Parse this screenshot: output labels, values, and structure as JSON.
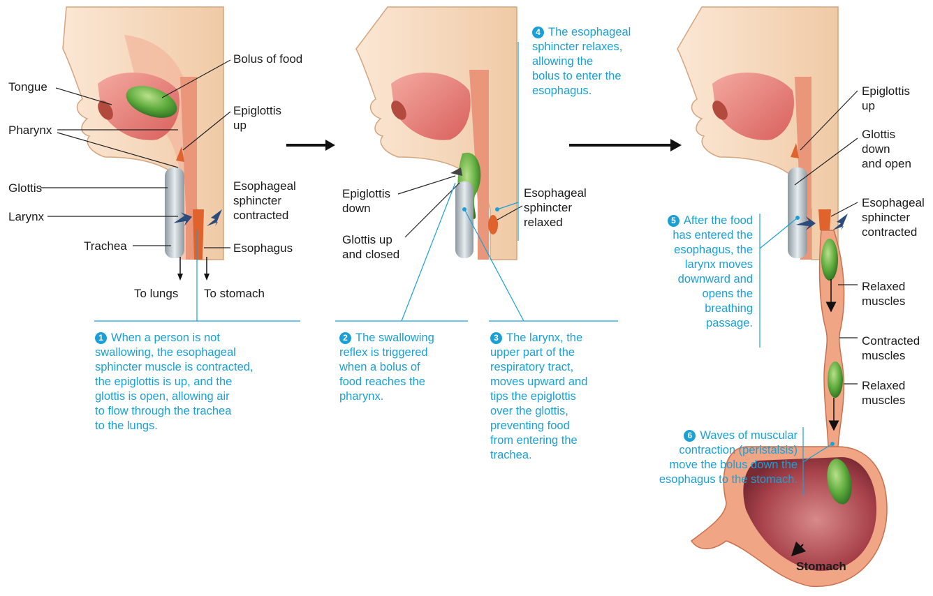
{
  "labels": {
    "bolus_of_food": "Bolus of food",
    "tongue": "Tongue",
    "pharynx": "Pharynx",
    "epiglottis_up_1": "Epiglottis\nup",
    "glottis": "Glottis",
    "esophageal_contracted_1": "Esophageal\nsphincter\ncontracted",
    "larynx": "Larynx",
    "trachea": "Trachea",
    "esophagus": "Esophagus",
    "to_lungs": "To lungs",
    "to_stomach": "To stomach",
    "epiglottis_down": "Epiglottis\ndown",
    "glottis_up_closed": "Glottis up\nand closed",
    "esophageal_relaxed": "Esophageal\nsphincter\nrelaxed",
    "epiglottis_up_3": "Epiglottis\nup",
    "glottis_down_open": "Glottis\ndown\nand open",
    "esophageal_contracted_3": "Esophageal\nsphincter\ncontracted",
    "relaxed_muscles_1": "Relaxed\nmuscles",
    "contracted_muscles": "Contracted\nmuscles",
    "relaxed_muscles_2": "Relaxed\nmuscles",
    "stomach": "Stomach"
  },
  "steps": [
    {
      "number": "1",
      "text": "When a person is not\nswallowing, the esophageal\nsphincter muscle is contracted,\nthe epiglottis is up, and the\nglottis is open, allowing air\nto flow through the trachea\nto the lungs."
    },
    {
      "number": "2",
      "text": "The swallowing\nreflex is triggered\nwhen a bolus of\nfood reaches the\npharynx."
    },
    {
      "number": "3",
      "text": "The larynx, the\nupper part of the\nrespiratory tract,\nmoves upward and\ntips the epiglottis\nover the glottis,\npreventing food\nfrom entering the\ntrachea."
    },
    {
      "number": "4",
      "text": "The esophageal\nsphincter relaxes,\nallowing the\nbolus to enter the\nesophagus."
    },
    {
      "number": "5",
      "text": "After the food\nhas entered the\nesophagus, the\nlarynx moves\ndownward and\nopens the\nbreathing\npassage."
    },
    {
      "number": "6",
      "text": "Waves of muscular\ncontraction (peristalsis)\nmove the bolus down the\nesophagus to the stomach."
    }
  ],
  "colors": {
    "caption_blue": "#1aa0d6",
    "skin": "#f7dcc2",
    "tissue": "#e9967a",
    "bolus_green": "#5aa83a",
    "trachea_gray": "#aeb7bd",
    "sphincter_orange": "#e0622c",
    "stomach_lining": "#a8424b",
    "arrow_navy": "#2c4a7a"
  },
  "icons": [
    "step-number-badge",
    "right-arrow-icon",
    "down-arrow-icon"
  ]
}
